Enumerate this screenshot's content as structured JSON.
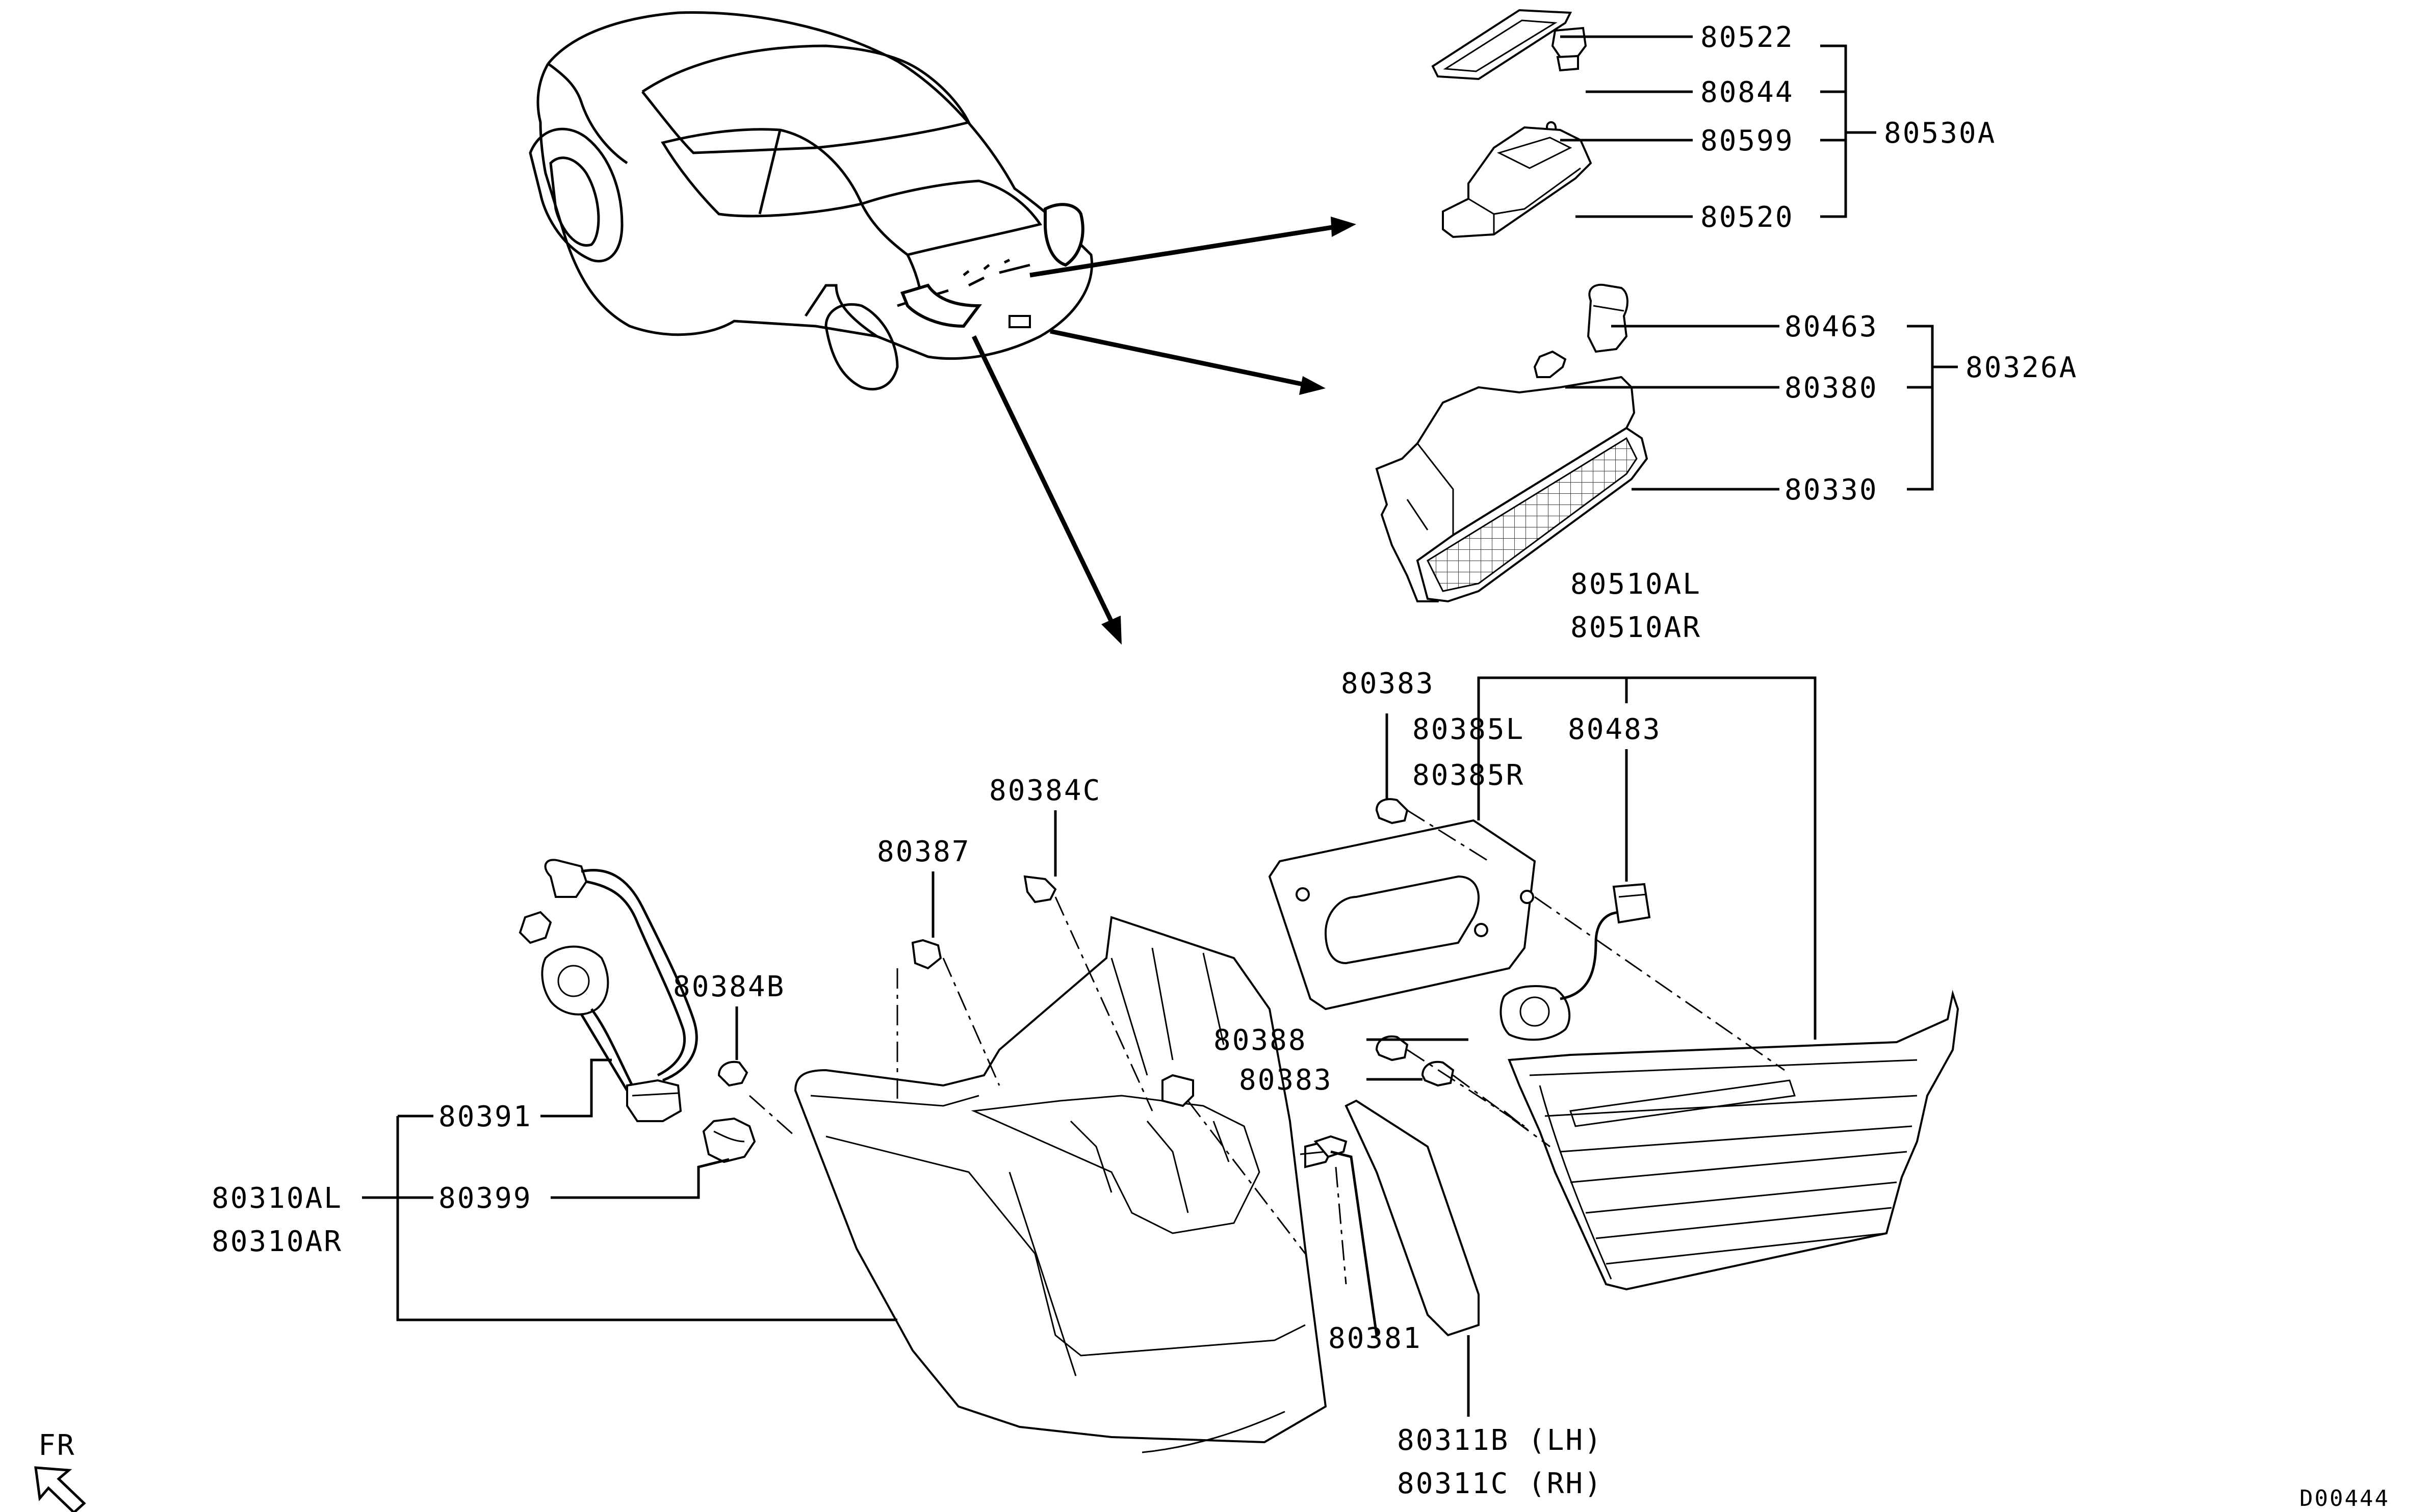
{
  "labels": {
    "p80522": "80522",
    "p80844": "80844",
    "p80599": "80599",
    "p80520": "80520",
    "p80530A": "80530A",
    "p80463": "80463",
    "p80380": "80380",
    "p80330": "80330",
    "p80326A": "80326A",
    "p80510AL": "80510AL",
    "p80510AR": "80510AR",
    "p80383_top": "80383",
    "p80385L": "80385L",
    "p80385R": "80385R",
    "p80483": "80483",
    "p80384C": "80384C",
    "p80387": "80387",
    "p80384B": "80384B",
    "p80391": "80391",
    "p80399": "80399",
    "p80310AL": "80310AL",
    "p80310AR": "80310AR",
    "p80388": "80388",
    "p80383_mid": "80383",
    "p80381": "80381",
    "p80311B": "80311B (LH)",
    "p80311C": "80311C (RH)"
  },
  "orientation": "FR",
  "drawing_id": "D00444"
}
